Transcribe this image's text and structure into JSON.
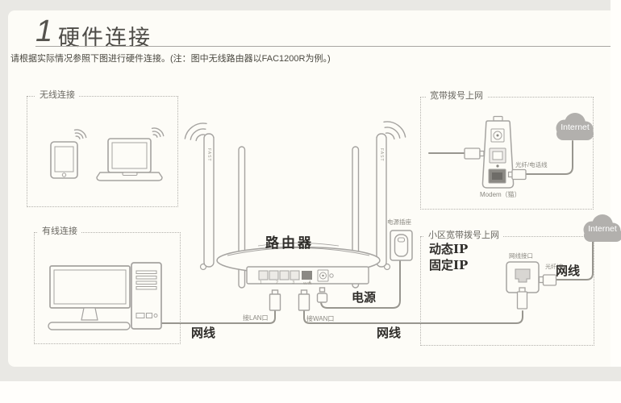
{
  "page": {
    "section_number": "1",
    "title": "硬件连接",
    "intro": "请根据实际情况参照下图进行硬件连接。(注：图中无线路由器以FAC1200R为例。)"
  },
  "diagram": {
    "wireless_box": {
      "label": "无线连接"
    },
    "wired_box": {
      "label": "有线连接"
    },
    "router": {
      "label": "路由器",
      "antenna_brand": "FAST",
      "lan_port_numbers": "1 2 3 4",
      "wan_port_label": "WAN",
      "lan_plug_label": "接LAN口",
      "wan_plug_label": "接WAN口"
    },
    "cables": {
      "lan_cable_label": "网线",
      "wan_cable_label": "网线",
      "power_cable_label": "电源"
    },
    "power_outlet": {
      "label": "电源插座"
    },
    "broadband_box": {
      "label": "宽带拨号上网",
      "modem_label": "Modem（猫）",
      "line_label": "光纤/电话线",
      "cloud_label": "Internet"
    },
    "community_box": {
      "label": "小区宽带拨号上网",
      "ip_option_1": "动态IP",
      "ip_option_2": "固定IP",
      "jack_label": "网线接口",
      "line_label": "光纤/电",
      "cable_label": "网线",
      "cloud_label": "Internet"
    }
  },
  "colors": {
    "outline": "#a5a3a0",
    "cable": "#98968f",
    "cloud": "#b2b0ad",
    "frame": "#e9e8e4",
    "label_dark": "#2f2d2a"
  }
}
